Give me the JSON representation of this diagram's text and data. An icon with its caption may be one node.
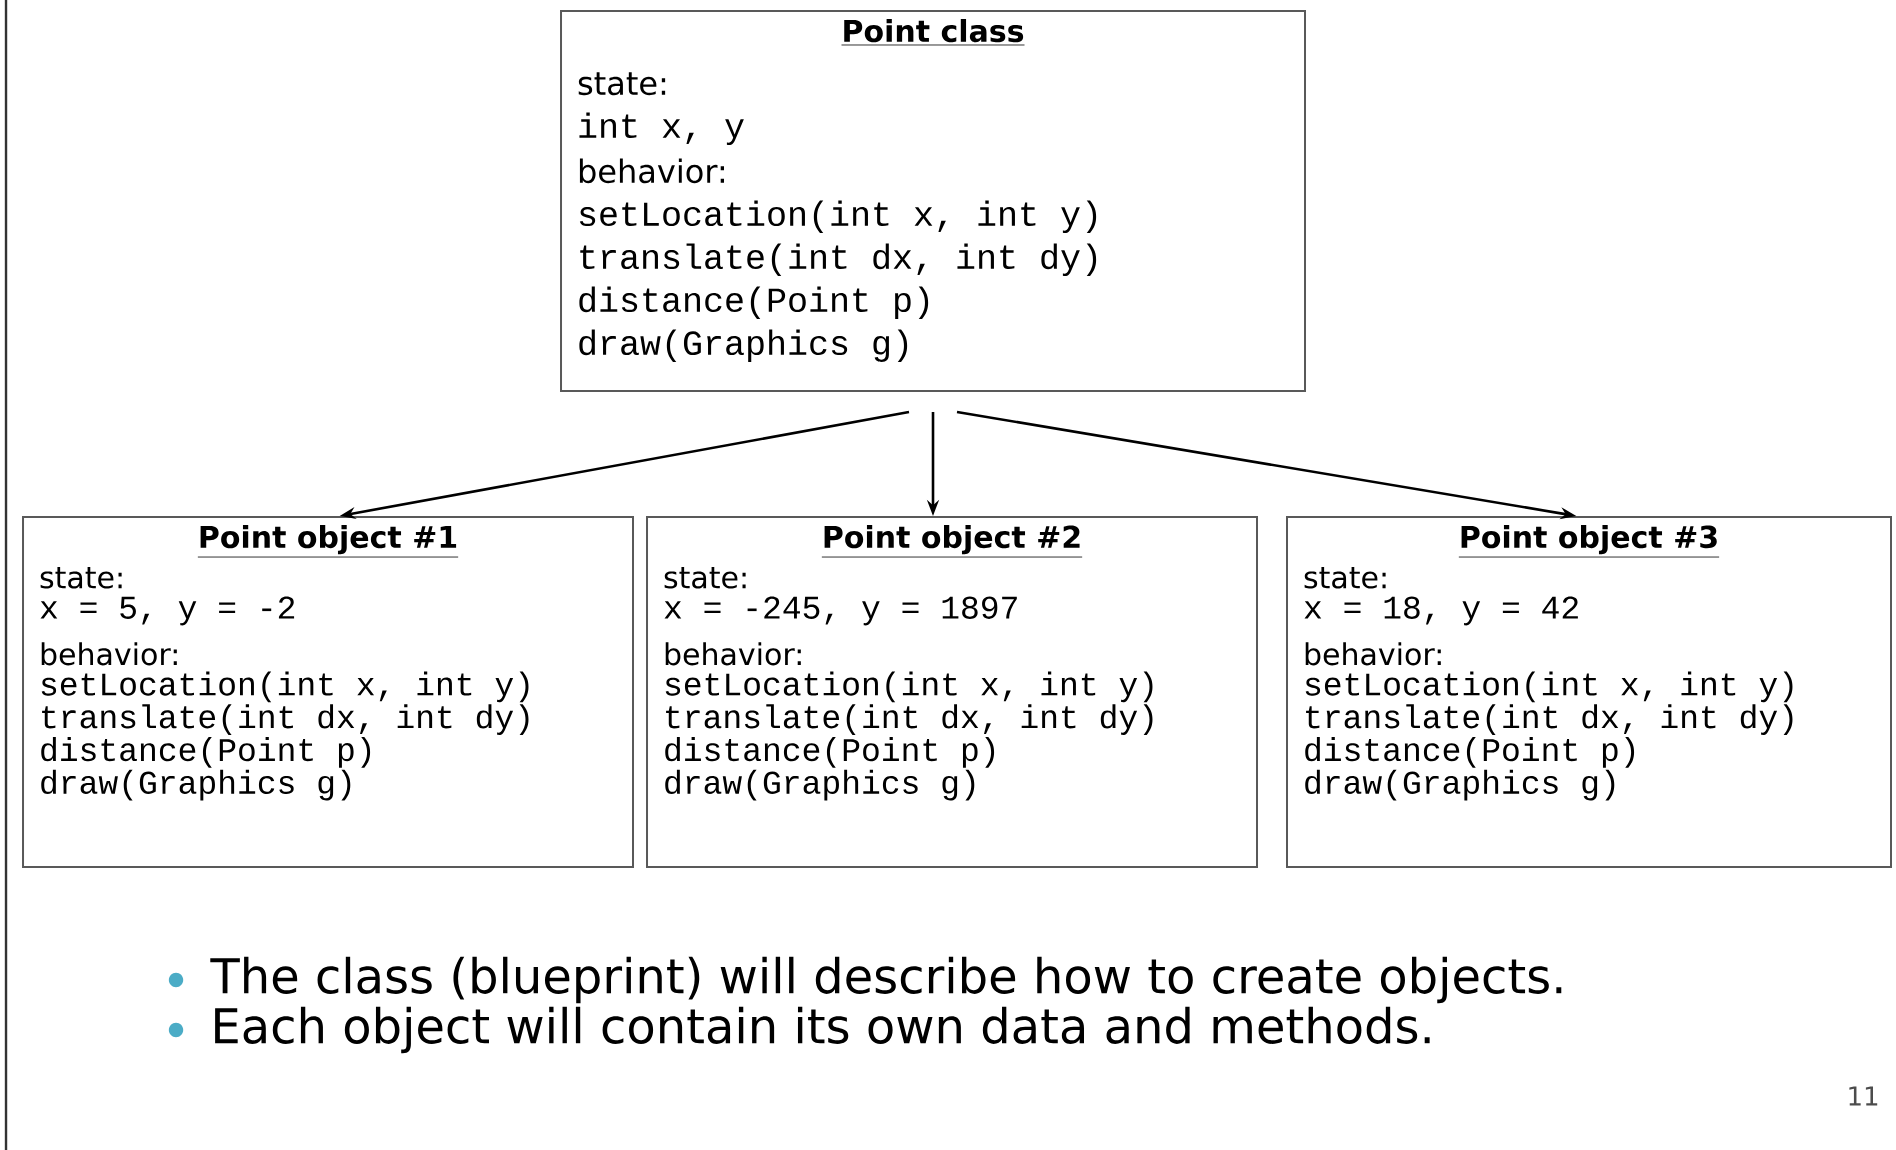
{
  "diagram": {
    "nodes": [
      {
        "text": [
          "Point class",
          "state:",
          "int x, y",
          "behavior:",
          "setLocation(int x, int y)",
          "translate(int dx, int dy)",
          "distance(Point p)",
          "draw(Graphics g)"
        ]
      },
      {
        "text": [
          "Point object #1",
          "state:",
          "x = 5, y = -2",
          "behavior:",
          "setLocation(int x, int y)",
          "translate(int dx, int dy)",
          "distance(Point p)",
          "draw(Graphics g)"
        ]
      },
      {
        "text": [
          "Point object #2",
          "state:",
          "x = -245, y = 1897",
          "behavior:",
          "setLocation(int x, int y)",
          "translate(int dx, int dy)",
          "distance(Point p)",
          "draw(Graphics g)"
        ]
      },
      {
        "text": [
          "Point object #3",
          "state:",
          "x = 18, y = 42",
          "behavior:",
          "setLocation(int x, int y)",
          "translate(int dx, int dy)",
          "distance(Point p)",
          "draw(Graphics g)"
        ]
      }
    ],
    "edges": [
      {
        "from": 0,
        "to": 1,
        "arrow": "to"
      },
      {
        "from": 0,
        "to": 2,
        "arrow": "to"
      },
      {
        "from": 0,
        "to": 3,
        "arrow": "to"
      }
    ],
    "labels": [
      "The class (blueprint) will describe how to create objects.",
      "Each object will contain its own data and methods.",
      "11"
    ]
  }
}
